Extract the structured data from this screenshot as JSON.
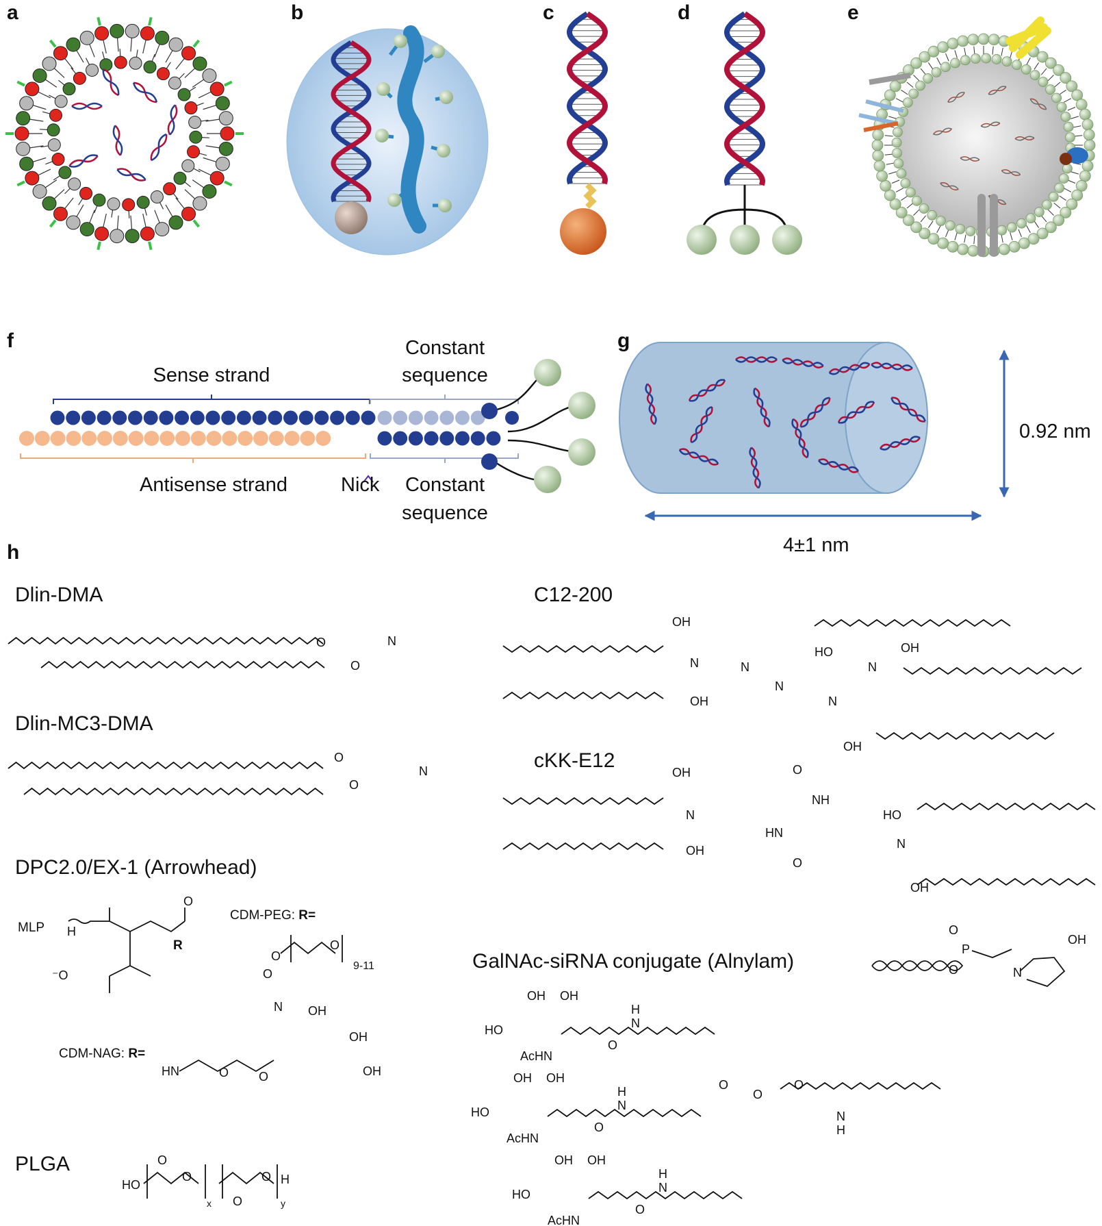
{
  "panels": {
    "a": "a",
    "b": "b",
    "c": "c",
    "d": "d",
    "e": "e",
    "f": "f",
    "g": "g",
    "h": "h"
  },
  "panel_f": {
    "sense": "Sense strand",
    "antisense": "Antisense strand",
    "nick": "Nick",
    "constant_top_1": "Constant",
    "constant_top_2": "sequence",
    "constant_bottom_1": "Constant",
    "constant_bottom_2": "sequence"
  },
  "panel_g": {
    "height_label": "0.92 nm",
    "length_label": "4±1 nm"
  },
  "panel_h": {
    "dlin_dma": "Dlin-DMA",
    "dlin_mc3_dma": "Dlin-MC3-DMA",
    "dpc": "DPC2.0/EX-1 (Arrowhead)",
    "plga": "PLGA",
    "c12_200": "C12-200",
    "ckk_e12": "cKK-E12",
    "galnac": "GalNAc-siRNA conjugate (Alnylam)",
    "cdm_peg": "CDM-PEG: ",
    "cdm_nag": "CDM-NAG: ",
    "r_eq": "R=",
    "mlp": "MLP",
    "r": "R",
    "peg_sub": "9-11"
  },
  "colors": {
    "strand_red": "#b0123a",
    "strand_blue": "#233f94",
    "lipid_red": "#e0251f",
    "lipid_green": "#3f7a2e",
    "lipid_grey": "#b8b8b8",
    "peg_green": "#3cc04a",
    "sphere_green": "#b9cfac",
    "sense_blue": "#233e91",
    "antisense_orange": "#f6b98e",
    "capsule_blue": "#a8c2dc",
    "arrow_blue": "#3a68b0"
  }
}
